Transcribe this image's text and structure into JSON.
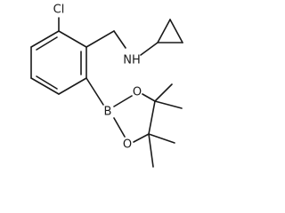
{
  "molecule": {
    "atoms": {
      "cl": "Cl",
      "nh": "NH",
      "b": "B",
      "o_top": "O",
      "o_bottom": "O"
    }
  },
  "colors": {
    "bond": "#1a1a1a",
    "background": "#ffffff"
  }
}
